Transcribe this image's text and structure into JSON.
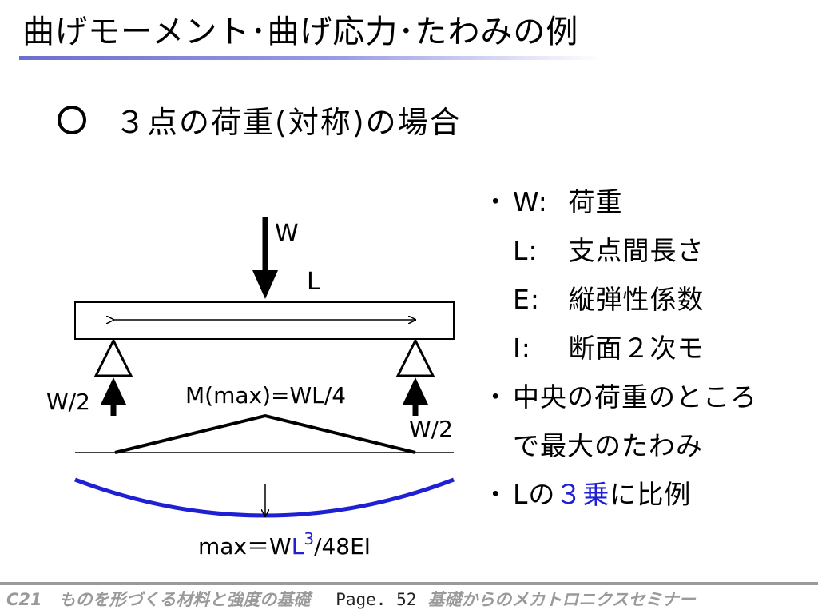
{
  "slide": {
    "title": "曲げモーメント･曲げ応力･たわみの例",
    "subtitle": "３点の荷重(対称)の場合"
  },
  "diagram": {
    "load_label": "W",
    "span_label": "L",
    "reaction_left_label": "W/2",
    "reaction_right_label": "W/2",
    "moment_label": "M(max)=WL/4",
    "deflection_label_prefix": "max＝W",
    "deflection_label_L": "L",
    "deflection_label_exp": "3",
    "deflection_label_suffix": "/48EI",
    "deflection_color": "#1f1fd4"
  },
  "notes": [
    {
      "bullet": "･",
      "key": "W:",
      "text": "荷重"
    },
    {
      "bullet": "",
      "key": "L:",
      "text": "支点間長さ"
    },
    {
      "bullet": "",
      "key": "E:",
      "text": "縦弾性係数"
    },
    {
      "bullet": "",
      "key": "I:",
      "text": "断面２次モ"
    },
    {
      "bullet": "･",
      "key": "",
      "text": "中央の荷重のところ"
    },
    {
      "bullet": "",
      "key": "",
      "text": "で最大のたわみ"
    }
  ],
  "proportional": {
    "bullet": "･",
    "before": "Lの",
    "highlight": "３乗",
    "after": "に比例"
  },
  "footer": {
    "left": "C21　ものを形づくる材料と強度の基礎",
    "page": "Page. 52",
    "right": "基礎からのメカトロニクスセミナー"
  }
}
